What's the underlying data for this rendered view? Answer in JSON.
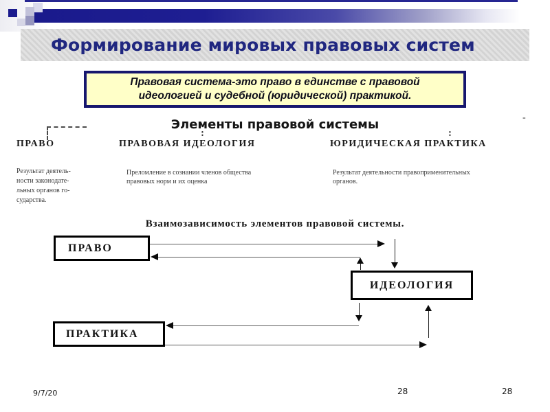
{
  "slide": {
    "title": "Формирование мировых правовых систем",
    "definition": "Правовая система-это право в единстве с правовой\nидеологией и судебной (юридической) практикой.",
    "diagram": {
      "heading": "Элементы правовой системы",
      "stray_dash": "-",
      "colon": ":",
      "columns": [
        {
          "header": "ПРАВО",
          "description": "Результат деятель-\nности законодате-\nльных органов го-\nсударства."
        },
        {
          "header": "ПРАВОВАЯ ИДЕОЛОГИЯ",
          "description": "Преломление в сознании членов общества\nправовых норм и их оценка"
        },
        {
          "header": "ЮРИДИЧЕСКАЯ ПРАКТИКА",
          "description": "Результат деятельности правоприменительных\nорганов."
        }
      ],
      "subheading": "Взаимозависимость элементов правовой системы.",
      "nodes": [
        {
          "label": "ПРАВО"
        },
        {
          "label": "ИДЕОЛОГИЯ"
        },
        {
          "label": "ПРАКТИКА"
        }
      ]
    },
    "footer": {
      "date": "9/7/20",
      "page_numbers": [
        "28",
        "28"
      ]
    },
    "colors": {
      "accent_navy": "#1b1b8e",
      "title_text": "#202780",
      "title_background": "#d8d8d8",
      "definition_background": "#ffffc8",
      "definition_border": "#17176e"
    }
  }
}
